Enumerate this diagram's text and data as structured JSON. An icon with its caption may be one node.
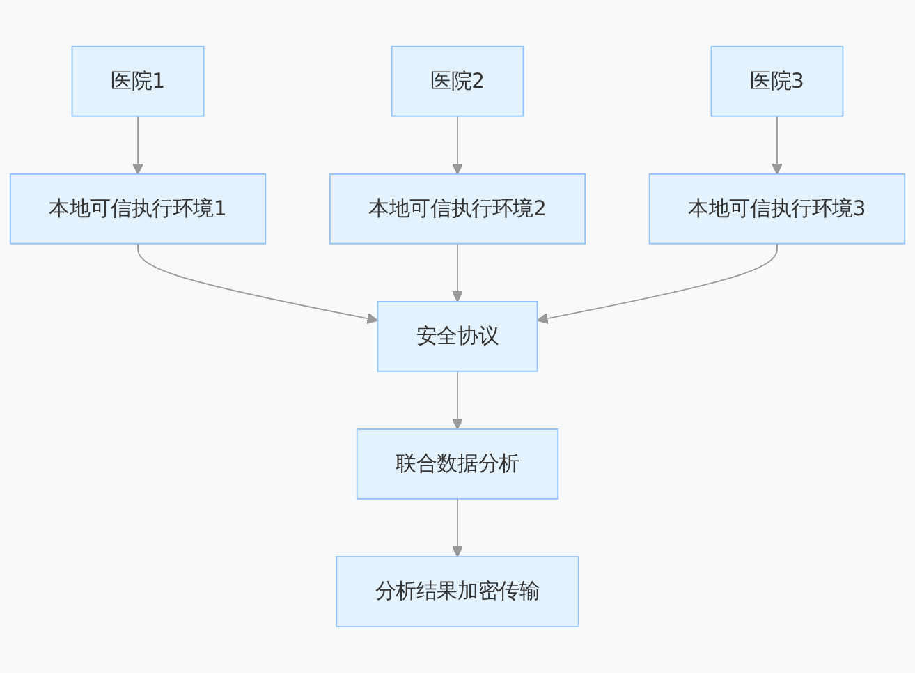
{
  "diagram": {
    "nodes": [
      {
        "text": [
          "医院1"
        ]
      },
      {
        "text": [
          "医院2"
        ]
      },
      {
        "text": [
          "医院3"
        ]
      },
      {
        "text": [
          "本地可信执行环境1"
        ]
      },
      {
        "text": [
          "本地可信执行环境2"
        ]
      },
      {
        "text": [
          "本地可信执行环境3"
        ]
      },
      {
        "text": [
          "安全协议"
        ]
      },
      {
        "text": [
          "联合数据分析"
        ]
      },
      {
        "text": [
          "分析结果加密传输"
        ]
      }
    ],
    "edges": [
      {
        "from": 0,
        "to": 3,
        "arrow": "to"
      },
      {
        "from": 1,
        "to": 4,
        "arrow": "to"
      },
      {
        "from": 2,
        "to": 5,
        "arrow": "to"
      },
      {
        "from": 3,
        "to": 6,
        "arrow": "to"
      },
      {
        "from": 4,
        "to": 6,
        "arrow": "to"
      },
      {
        "from": 5,
        "to": 6,
        "arrow": "to"
      },
      {
        "from": 6,
        "to": 7,
        "arrow": "to"
      },
      {
        "from": 7,
        "to": 8,
        "arrow": "to"
      }
    ]
  }
}
